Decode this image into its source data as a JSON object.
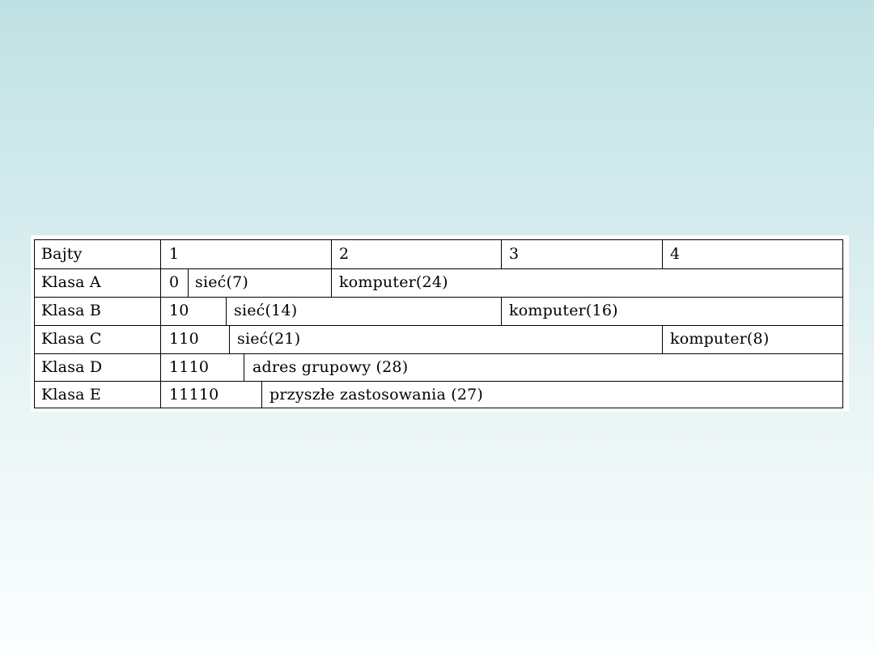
{
  "table": {
    "header": {
      "label": "Bajty",
      "bytes": [
        "1",
        "2",
        "3",
        "4"
      ]
    },
    "rows": [
      {
        "label": "Klasa A",
        "prefix": "0",
        "network": "sieć(7)",
        "host": "komputer(24)"
      },
      {
        "label": "Klasa B",
        "prefix": "10",
        "network": "sieć(14)",
        "host": "komputer(16)"
      },
      {
        "label": "Klasa C",
        "prefix": "110",
        "network": "sieć(21)",
        "host": "komputer(8)"
      },
      {
        "label": "Klasa D",
        "prefix": "1110",
        "network": "adres grupowy (28)"
      },
      {
        "label": "Klasa E",
        "prefix": "11110",
        "network": "przyszłe zastosowania (27)"
      }
    ]
  }
}
